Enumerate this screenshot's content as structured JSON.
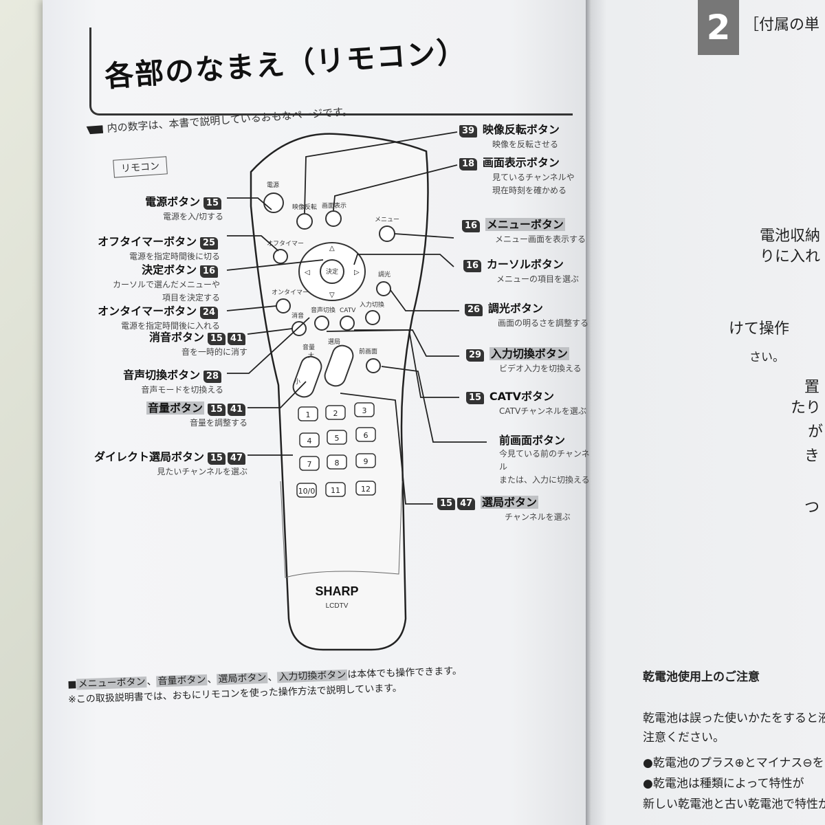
{
  "page_title": "各部のなまえ（リモコン）",
  "intro_text": "内の数字は、本書で説明しているおもなページです。",
  "section_tag": "リモコン",
  "remote_brand": "SHARP",
  "remote_model": "LCDTV",
  "remote_labels": {
    "power": "電源",
    "flip": "映像反転",
    "display": "画面表示",
    "menu": "メニュー",
    "off_timer": "オフタイマー",
    "enter": "決定",
    "on_timer": "オンタイマー",
    "dimmer": "調光",
    "mute": "消音",
    "audio": "音声切換",
    "catv": "CATV",
    "input": "入力切換",
    "vol": "音量",
    "vol_up": "大",
    "vol_down": "小",
    "channel": "選局",
    "prev": "前画面"
  },
  "keypad": [
    "1",
    "2",
    "3",
    "4",
    "5",
    "6",
    "7",
    "8",
    "9",
    "10/0",
    "11",
    "12"
  ],
  "left_callouts": [
    {
      "pages": [
        "15"
      ],
      "name": "電源ボタン",
      "desc": "電源を入/切する"
    },
    {
      "pages": [
        "25"
      ],
      "name": "オフタイマーボタン",
      "desc": "電源を指定時間後に切る"
    },
    {
      "pages": [
        "16"
      ],
      "name": "決定ボタン",
      "desc": "カーソルで選んだメニューや",
      "desc2": "項目を決定する"
    },
    {
      "pages": [
        "24"
      ],
      "name": "オンタイマーボタン",
      "desc": "電源を指定時間後に入れる"
    },
    {
      "pages": [
        "15",
        "41"
      ],
      "name": "消音ボタン",
      "desc": "音を一時的に消す"
    },
    {
      "pages": [
        "28"
      ],
      "name": "音声切換ボタン",
      "desc": "音声モードを切換える"
    },
    {
      "pages": [
        "15",
        "41"
      ],
      "name": "音量ボタン",
      "desc": "音量を調整する"
    },
    {
      "pages": [
        "15",
        "47"
      ],
      "name": "ダイレクト選局ボタン",
      "desc": "見たいチャンネルを選ぶ"
    }
  ],
  "right_callouts": [
    {
      "pages": [
        "39"
      ],
      "name": "映像反転ボタン",
      "desc": "映像を反転させる"
    },
    {
      "pages": [
        "18"
      ],
      "name": "画面表示ボタン",
      "desc": "見ているチャンネルや",
      "desc2": "現在時刻を確かめる"
    },
    {
      "pages": [
        "16"
      ],
      "name": "メニューボタン",
      "desc": "メニュー画面を表示する"
    },
    {
      "pages": [
        "16"
      ],
      "name": "カーソルボタン",
      "desc": "メニューの項目を選ぶ"
    },
    {
      "pages": [
        "26"
      ],
      "name": "調光ボタン",
      "desc": "画面の明るさを調整する"
    },
    {
      "pages": [
        "29"
      ],
      "name": "入力切換ボタン",
      "desc": "ビデオ入力を切換える"
    },
    {
      "pages": [
        "15"
      ],
      "name": "CATVボタン",
      "desc": "CATVチャンネルを選ぶ"
    },
    {
      "pages": [],
      "name": "前画面ボタン",
      "desc": "今見ている前のチャンネル",
      "desc2": "または、入力に切換える"
    },
    {
      "pages": [
        "15",
        "47"
      ],
      "name": "選局ボタン",
      "desc": "チャンネルを選ぶ"
    }
  ],
  "footnote": {
    "line1_items": [
      "メニューボタン",
      "音量ボタン",
      "選局ボタン",
      "入力切換ボタン"
    ],
    "line1_suffix": "は本体でも操作できます。",
    "line2": "※この取扱説明書では、おもにリモコンを使った操作方法で説明しています。"
  },
  "right_page": {
    "step_number": "2",
    "step_heading": "［付属の単",
    "caption1": "電池収納",
    "caption1b": "りに入れ",
    "instr_top": "けて操作",
    "lines": [
      "さい。",
      "置",
      "たり",
      "が",
      "き",
      "つ"
    ],
    "caution_title": "乾電池使用上のご注意",
    "caution_line1": "乾電池は誤った使いかたをすると液",
    "caution_line2": "注意ください。",
    "caution_line3": "●乾電池のプラス⊕とマイナス⊖を",
    "caution_line4": "●乾電池は種類によって特性が",
    "caution_line5": "新しい乾電池と古い乾電池で特性が異な"
  }
}
